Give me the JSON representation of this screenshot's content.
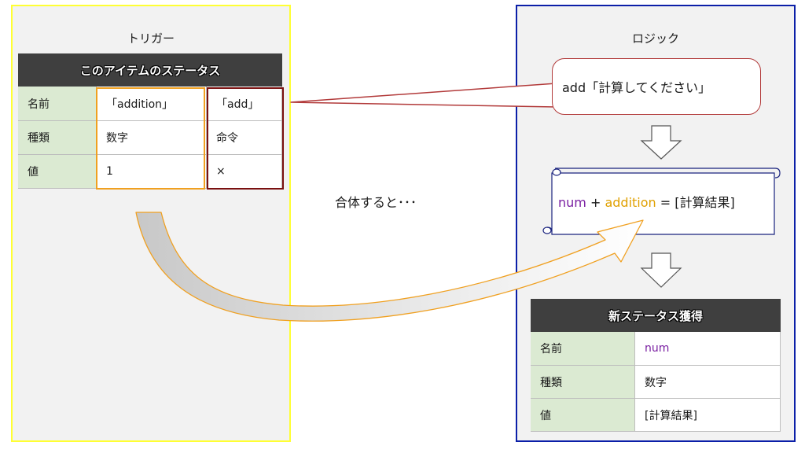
{
  "trigger": {
    "title": "トリガー",
    "table": {
      "header": "このアイテムのステータス",
      "rows": [
        {
          "label": "名前",
          "value": "「addition」",
          "extra": "「add」"
        },
        {
          "label": "種類",
          "value": "数字",
          "extra": "命令"
        },
        {
          "label": "値",
          "value": "1",
          "extra": "×"
        }
      ]
    }
  },
  "logic": {
    "title": "ロジック",
    "bubble": "add「計算してください」",
    "formula": {
      "var1": "num",
      "op1": " + ",
      "var2": "addition",
      "op2": " = [計算結果]"
    },
    "table": {
      "header": "新ステータス獲得",
      "rows": [
        {
          "label": "名前",
          "value": "num"
        },
        {
          "label": "種類",
          "value": "数字"
        },
        {
          "label": "値",
          "value": "[計算結果]"
        }
      ]
    }
  },
  "merge_text": "合体すると･･･",
  "colors": {
    "trigger_border": "#ffff33",
    "logic_border": "#0b1fa8",
    "header_bg": "#3f3f3f",
    "label_bg": "#dbead2",
    "value_highlight": "#f0a020",
    "extra_highlight": "#7a1010",
    "bubble_border": "#b23a3a",
    "purple_text": "#7a1fa2",
    "orange_text": "#e0a000",
    "scroll_border": "#1a237e"
  }
}
